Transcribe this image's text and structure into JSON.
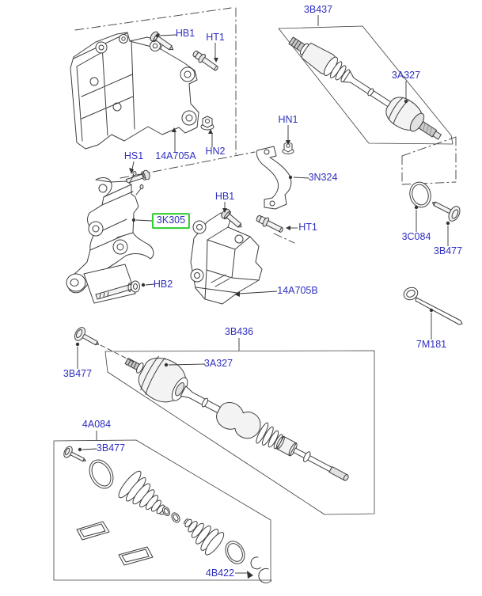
{
  "catalog": {
    "selected_part": "3K305",
    "colors": {
      "label": "#2f2fc0",
      "highlight_box": "#2ecc2e",
      "line": "#3d3d3d"
    }
  },
  "labels": {
    "hb1_top": "HB1",
    "ht1_top": "HT1",
    "driveshaft_rh": "3B437",
    "cv_joint_rh": "3A327",
    "hn1": "HN1",
    "hn2": "HN2",
    "bracket_front": "14A705A",
    "hs1": "HS1",
    "support_strap": "3N324",
    "hb1_mid": "HB1",
    "selected_bracket": "3K305",
    "ht1_mid": "HT1",
    "seal": "3C084",
    "bolt_right": "3B477",
    "hb2": "HB2",
    "bracket_rear": "14A705B",
    "driveshaft_lh": "3B436",
    "cv_joint_lh": "3A327",
    "bolt_left": "3B477",
    "locking_pin": "7M181",
    "boot_kit": "4A084",
    "bolt_kit": "3B477",
    "circlip": "4B422"
  }
}
